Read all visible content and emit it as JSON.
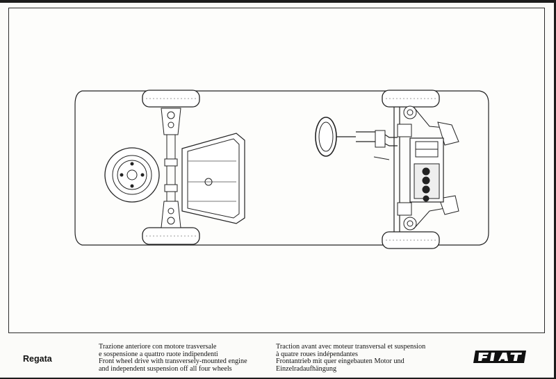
{
  "footer": {
    "model_name": "Regata",
    "caption_left": [
      "Trazione anteriore con motore trasversale",
      "e sospensione a quattro ruote indipendenti",
      "Front wheel drive with transversely-mounted engine",
      "and independent suspension off all four wheels"
    ],
    "caption_right": [
      "Traction avant avec moteur transversal et suspension",
      "à quatre roues indépendantes",
      "Frontantrieb mit quer eingebauten Motor und",
      "Einzelradaufhängung"
    ],
    "brand_logo": "FIAT"
  },
  "colors": {
    "paper": "#fbfbf9",
    "ink": "#111111",
    "background": "#1c1c1c"
  }
}
